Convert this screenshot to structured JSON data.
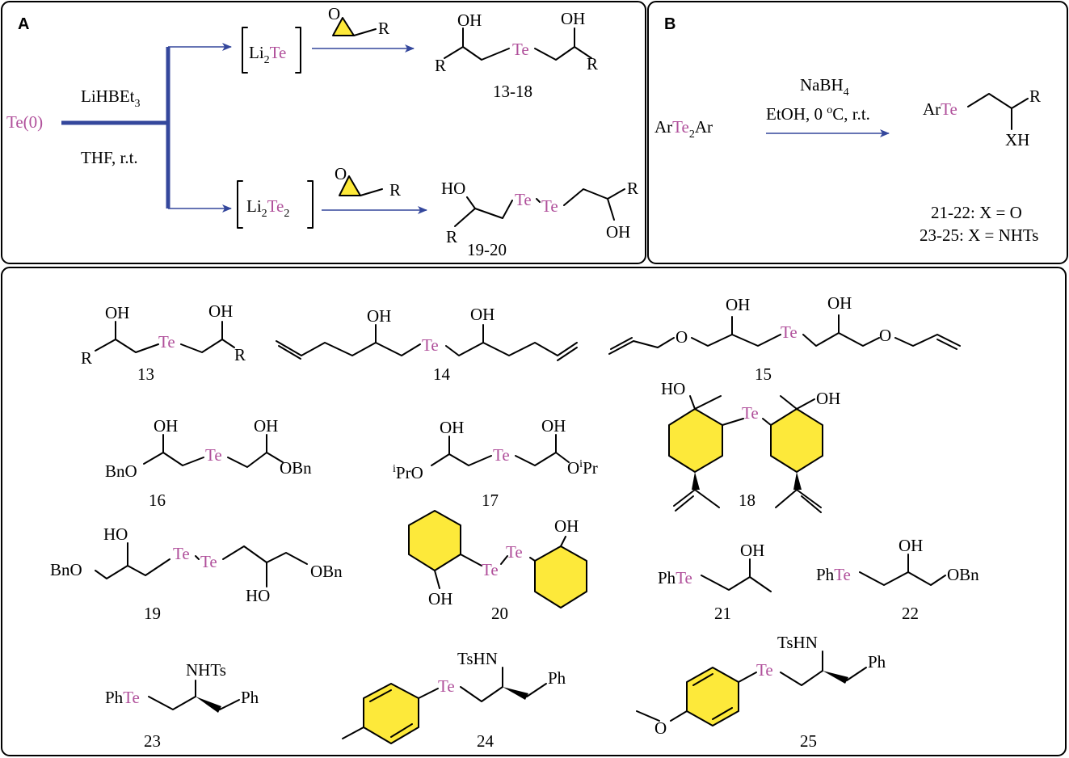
{
  "panels": {
    "a_label": "A",
    "b_label": "B"
  },
  "panel_a": {
    "start": "Te(0)",
    "reagent": "LiHBEt",
    "reagent_sub": "3",
    "solvent": "THF, r.t.",
    "li2te_li": "Li",
    "li2te_sub": "2",
    "li2te_te": "Te",
    "li2te2_li": "Li",
    "li2te2_sub": "2",
    "li2te2_te": "Te",
    "li2te2_sub2": "2",
    "epoxide_o": "O",
    "epoxide_r": "R",
    "prod1_oh_l": "OH",
    "prod1_oh_r": "OH",
    "prod1_te": "Te",
    "prod1_r_l": "R",
    "prod1_r_r": "R",
    "prod1_num": "13-18",
    "prod2_ho": "HO",
    "prod2_te1": "Te",
    "prod2_te2": "Te",
    "prod2_r_l": "R",
    "prod2_r_r": "R",
    "prod2_oh": "OH",
    "prod2_num": "19-20"
  },
  "panel_b": {
    "start_ar1": "Ar",
    "start_te": "Te",
    "start_sub": "2",
    "start_ar2": "Ar",
    "reagent": "NaBH",
    "reagent_sub": "4",
    "cond_a": "EtOH, 0 ",
    "cond_deg": "o",
    "cond_b": "C, r.t.",
    "prod_ar": "Ar",
    "prod_te": "Te",
    "prod_r": "R",
    "prod_xh": "XH",
    "note1": "21-22: X = O",
    "note2": "23-25: X = NHTs"
  },
  "compounds": {
    "c13": {
      "num": "13",
      "oh_l": "OH",
      "oh_r": "OH",
      "te": "Te",
      "r_l": "R",
      "r_r": "R"
    },
    "c14": {
      "num": "14",
      "oh_l": "OH",
      "oh_r": "OH",
      "te": "Te"
    },
    "c15": {
      "num": "15",
      "oh_l": "OH",
      "oh_r": "OH",
      "te": "Te",
      "o_l": "O",
      "o_r": "O"
    },
    "c16": {
      "num": "16",
      "oh_l": "OH",
      "oh_r": "OH",
      "te": "Te",
      "bno": "BnO",
      "obn": "OBn"
    },
    "c17": {
      "num": "17",
      "oh_l": "OH",
      "oh_r": "OH",
      "te": "Te",
      "sup_l": "i",
      "pro": "PrO",
      "o_r": "O",
      "sup_r": "i",
      "pr": "Pr"
    },
    "c18": {
      "num": "18",
      "ho": "HO",
      "oh": "OH",
      "te": "Te"
    },
    "c19": {
      "num": "19",
      "ho_top": "HO",
      "bno": "BnO",
      "te1": "Te",
      "te2": "Te",
      "ho_bot": "HO",
      "obn": "OBn"
    },
    "c20": {
      "num": "20",
      "oh_top": "OH",
      "te1": "Te",
      "te2": "Te",
      "oh_bot": "OH"
    },
    "c21": {
      "num": "21",
      "ph": "Ph",
      "te": "Te",
      "oh": "OH"
    },
    "c22": {
      "num": "22",
      "ph": "Ph",
      "te": "Te",
      "oh": "OH",
      "obn": "OBn"
    },
    "c23": {
      "num": "23",
      "ph_l": "Ph",
      "te": "Te",
      "nhts": "NHTs",
      "ph_r": "Ph"
    },
    "c24": {
      "num": "24",
      "te": "Te",
      "tshn": "TsHN",
      "ph": "Ph"
    },
    "c25": {
      "num": "25",
      "o": "O",
      "te": "Te",
      "tshn": "TsHN",
      "ph": "Ph"
    }
  }
}
